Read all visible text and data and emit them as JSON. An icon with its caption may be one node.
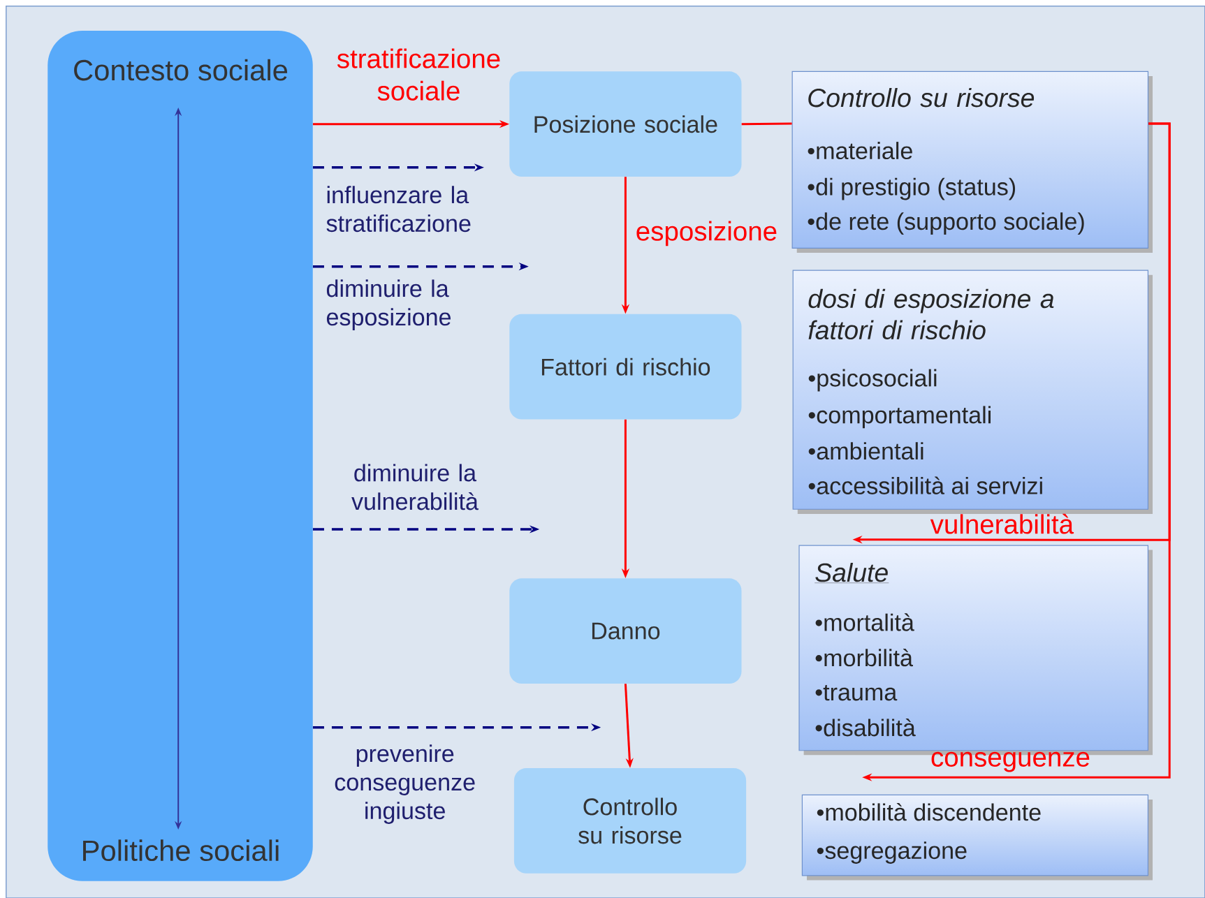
{
  "diagram": {
    "nodes": [
      {
        "text": [
          "Contesto sociale",
          "Politiche sociali"
        ]
      },
      {
        "text": [
          "Posizione sociale"
        ]
      },
      {
        "text": [
          "Fattori di rischio"
        ]
      },
      {
        "text": [
          "Danno"
        ]
      },
      {
        "text": [
          "Controllo su risorse"
        ]
      },
      {
        "text": [
          "Controllo su risorse",
          "•materiale",
          "•di prestigio (status)",
          "•de rete (supporto sociale)"
        ]
      },
      {
        "text": [
          "dosi di esposizione a fattori di rischio",
          "•psicosociali",
          "•comportamentali",
          "•ambientali",
          "•accessibilità ai servizi"
        ]
      },
      {
        "text": [
          "Salute",
          "•mortalità",
          "•morbilità",
          "•trauma",
          "•disabilità"
        ]
      },
      {
        "text": [
          "•mobilità discendente",
          "•segregazione"
        ]
      }
    ],
    "edges": [
      {
        "from": 0,
        "to": 1,
        "arrow": "to",
        "label": "stratificazione sociale"
      },
      {
        "from": 1,
        "to": 2,
        "arrow": "to",
        "label": "esposizione"
      },
      {
        "from": 2,
        "to": 3,
        "arrow": "to"
      },
      {
        "from": 3,
        "to": 4,
        "arrow": "to"
      },
      {
        "from": 1,
        "to": 5,
        "arrow": "none"
      },
      {
        "from": 5,
        "to": 7,
        "arrow": "to",
        "label": "vulnerabilità"
      },
      {
        "from": 5,
        "to": null,
        "arrow": "to",
        "label": "conseguenze"
      },
      {
        "from": 0,
        "to": null,
        "arrow": "to",
        "label": "influenzare la stratificazione",
        "style": "dashed",
        "color": "#000080"
      },
      {
        "from": 0,
        "to": null,
        "arrow": "to",
        "label": "diminuire la esposizione",
        "style": "dashed",
        "color": "#000080"
      },
      {
        "from": 0,
        "to": null,
        "arrow": "to",
        "label": "diminuire la vulnerabilità",
        "style": "dashed",
        "color": "#000080"
      },
      {
        "from": 0,
        "to": null,
        "arrow": "to",
        "label": "prevenire conseguenze ingiuste",
        "style": "dashed",
        "color": "#000080"
      }
    ]
  }
}
